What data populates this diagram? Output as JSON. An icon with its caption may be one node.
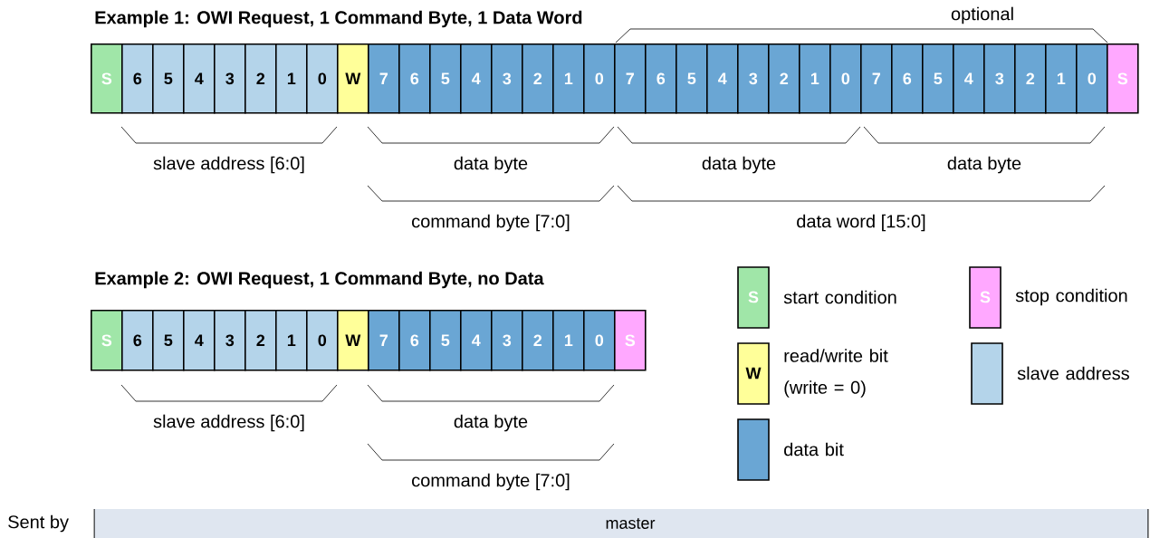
{
  "diagram": {
    "nodes": [
      {
        "text": [
          "S"
        ]
      },
      {
        "text": [
          "6"
        ]
      },
      {
        "text": [
          "5"
        ]
      },
      {
        "text": [
          "4"
        ]
      },
      {
        "text": [
          "3"
        ]
      },
      {
        "text": [
          "2"
        ]
      },
      {
        "text": [
          "1"
        ]
      },
      {
        "text": [
          "0"
        ]
      },
      {
        "text": [
          "W"
        ]
      },
      {
        "text": [
          "7"
        ]
      },
      {
        "text": [
          "6"
        ]
      },
      {
        "text": [
          "5"
        ]
      },
      {
        "text": [
          "4"
        ]
      },
      {
        "text": [
          "3"
        ]
      },
      {
        "text": [
          "2"
        ]
      },
      {
        "text": [
          "1"
        ]
      },
      {
        "text": [
          "0"
        ]
      },
      {
        "text": [
          "7"
        ]
      },
      {
        "text": [
          "6"
        ]
      },
      {
        "text": [
          "5"
        ]
      },
      {
        "text": [
          "4"
        ]
      },
      {
        "text": [
          "3"
        ]
      },
      {
        "text": [
          "2"
        ]
      },
      {
        "text": [
          "1"
        ]
      },
      {
        "text": [
          "0"
        ]
      },
      {
        "text": [
          "7"
        ]
      },
      {
        "text": [
          "6"
        ]
      },
      {
        "text": [
          "5"
        ]
      },
      {
        "text": [
          "4"
        ]
      },
      {
        "text": [
          "3"
        ]
      },
      {
        "text": [
          "2"
        ]
      },
      {
        "text": [
          "1"
        ]
      },
      {
        "text": [
          "0"
        ]
      },
      {
        "text": [
          "S"
        ]
      },
      {
        "text": [
          "S"
        ]
      },
      {
        "text": [
          "6"
        ]
      },
      {
        "text": [
          "5"
        ]
      },
      {
        "text": [
          "4"
        ]
      },
      {
        "text": [
          "3"
        ]
      },
      {
        "text": [
          "2"
        ]
      },
      {
        "text": [
          "1"
        ]
      },
      {
        "text": [
          "0"
        ]
      },
      {
        "text": [
          "W"
        ]
      },
      {
        "text": [
          "7"
        ]
      },
      {
        "text": [
          "6"
        ]
      },
      {
        "text": [
          "5"
        ]
      },
      {
        "text": [
          "4"
        ]
      },
      {
        "text": [
          "3"
        ]
      },
      {
        "text": [
          "2"
        ]
      },
      {
        "text": [
          "1"
        ]
      },
      {
        "text": [
          "0"
        ]
      },
      {
        "text": [
          "S"
        ]
      }
    ],
    "labels": [
      "Example 1: OWI Request, 1 Command Byte, 1 Data Word",
      "optional",
      "slave address [6:0]",
      "data byte",
      "data byte",
      "data byte",
      "command byte [7:0]",
      "data word [15:0]",
      "Example 2: OWI Request, 1 Command Byte, no Data",
      "slave address [6:0]",
      "data byte",
      "command byte [7:0]",
      "S",
      "W",
      "S",
      "Sent by",
      "master"
    ],
    "legend": [
      {
        "text": "start condition",
        "color": "#a0e6a8"
      },
      {
        "text": "stop condition",
        "color": "#ffa8ff"
      },
      {
        "text": "read/write bit (write = 0)",
        "color": "#ffff99"
      },
      {
        "text": "slave address",
        "color": "#b4d4ea"
      },
      {
        "text": "data bit",
        "color": "#6aa6d4"
      }
    ]
  }
}
